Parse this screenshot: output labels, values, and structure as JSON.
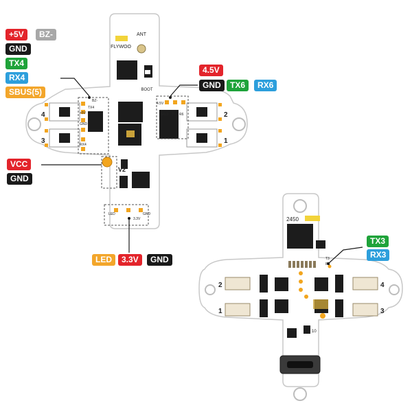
{
  "colors": {
    "board": "#ffffff",
    "board_edge": "#cfcfcf",
    "chip": "#1c1c1c",
    "pad": "#f2a51e",
    "red": "#e3242b",
    "black": "#1a1a1a",
    "green": "#1fa33a",
    "blue": "#2d9fdc",
    "orange": "#f3a62b",
    "gray": "#a8a8a8"
  },
  "left_labels": {
    "plus5v": "+5V",
    "bz_minus": "BZ-",
    "gnd": "GND",
    "tx4": "TX4",
    "rx4": "RX4",
    "sbus": "SBUS(5)"
  },
  "right_labels": {
    "v45": "4.5V",
    "gnd": "GND",
    "tx6": "TX6",
    "rx6": "RX6"
  },
  "power_labels": {
    "vcc": "VCC",
    "gnd": "GND"
  },
  "bottom_labels": {
    "led": "LED",
    "v33": "3.3V",
    "gnd": "GND"
  },
  "rear_labels": {
    "tx3": "TX3",
    "rx3": "RX3"
  },
  "silkscreen": {
    "ant": "ANT",
    "brand": "FLYWOO",
    "boot": "BOOT",
    "m1": "1",
    "m2": "2",
    "m3": "3",
    "m4": "4",
    "v2": "V2",
    "pad_5v": "+5V",
    "pad_bz": "BZ-",
    "pad_tx4": "TX4",
    "pad_gnd": "GND",
    "pad_rx4": "RX4",
    "pad_45v": "4.5V",
    "pad_gnd2": "GND",
    "pad_t6": "T6",
    "pad_r6": "R6",
    "pad_led": "LED",
    "pad_33v": "3.3V",
    "pad_gnd3": "GND",
    "rear_2450": "2450",
    "rear_tx3": "T3",
    "rear_rx3": "R3",
    "rear_m1": "1",
    "rear_m2": "2",
    "rear_m3": "3",
    "rear_m4": "4",
    "rear_10": "10"
  }
}
